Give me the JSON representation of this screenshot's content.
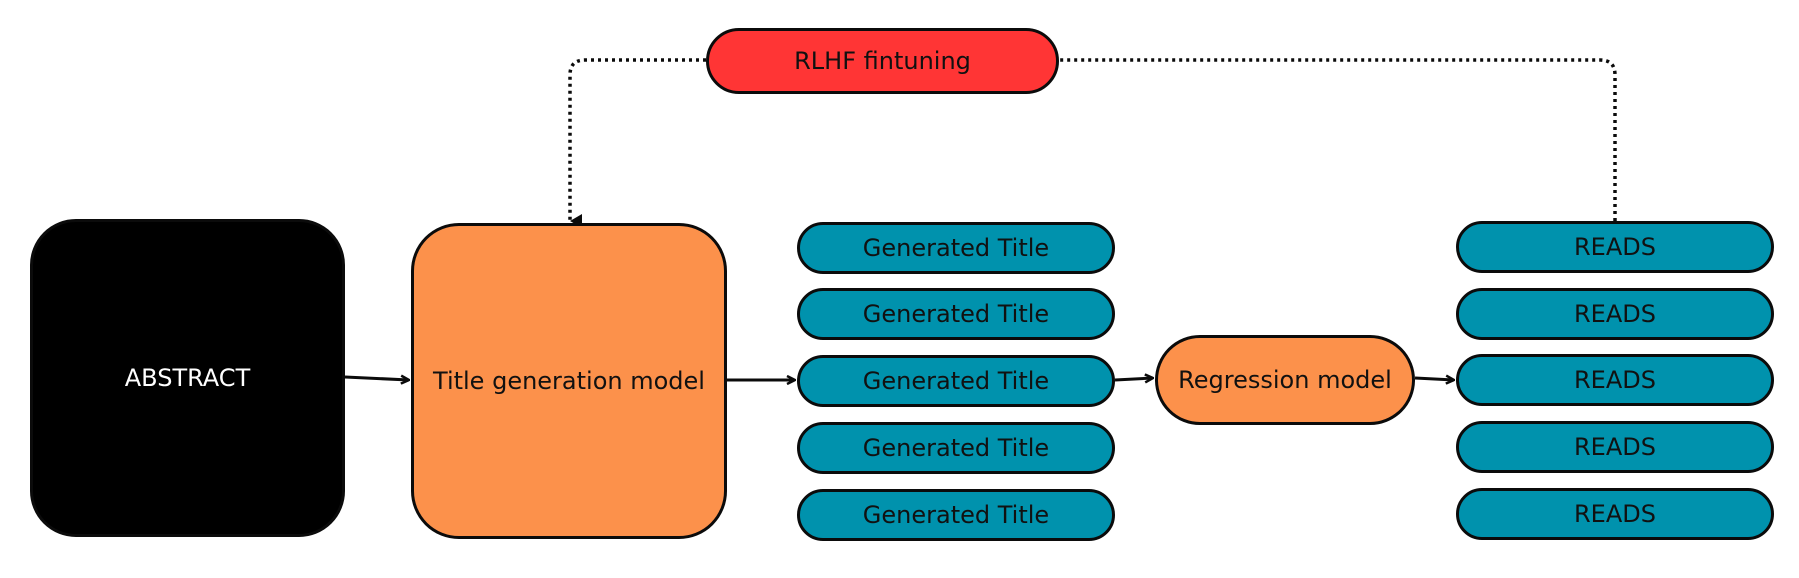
{
  "nodes": {
    "abstract": "ABSTRACT",
    "title_model": "Title generation model",
    "generated_titles": [
      "Generated Title",
      "Generated Title",
      "Generated Title",
      "Generated Title",
      "Generated Title"
    ],
    "regression_model": "Regression model",
    "reads": [
      "READS",
      "READS",
      "READS",
      "READS",
      "READS"
    ],
    "feedback": "RLHF fintuning"
  },
  "colors": {
    "abstract_fill": "#000000",
    "model_fill": "#fc914b",
    "output_fill": "#0092ad",
    "feedback_fill": "#ff3535",
    "stroke": "#0b0b0b"
  }
}
